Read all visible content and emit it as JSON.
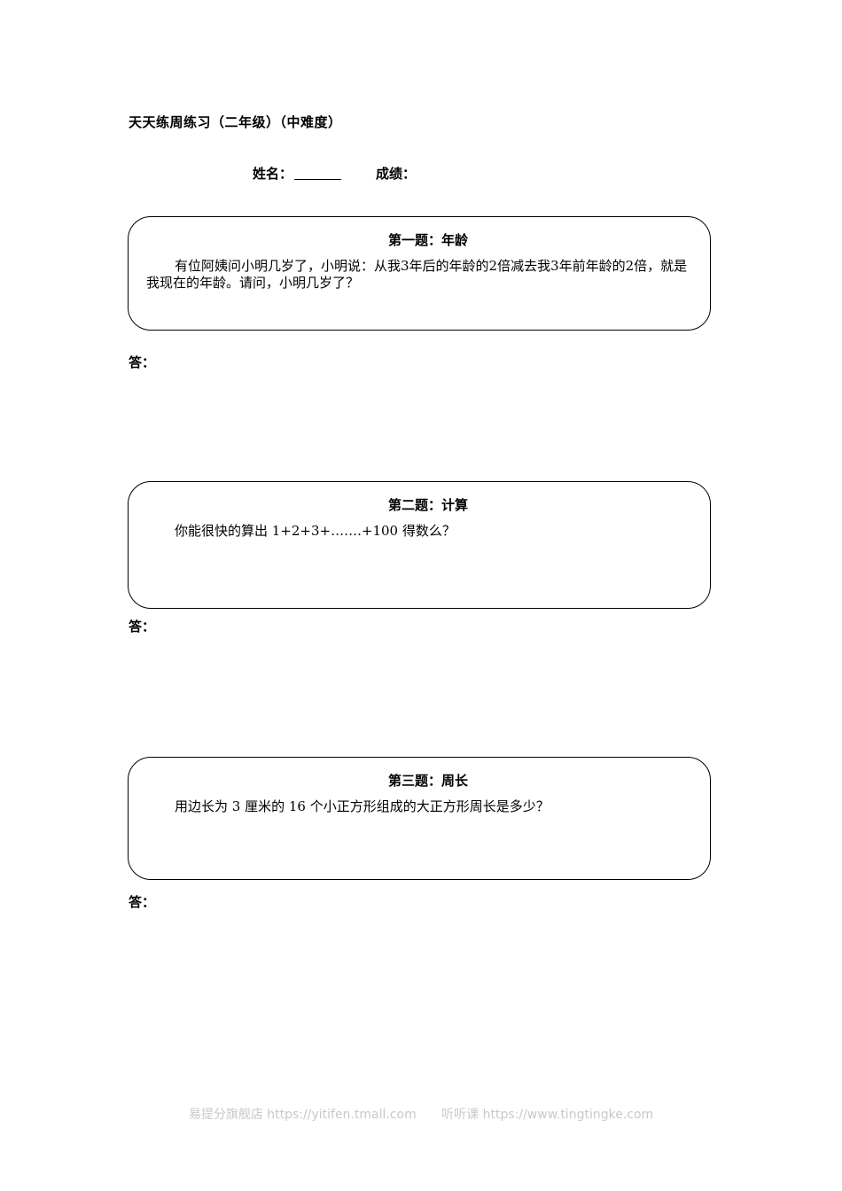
{
  "header": {
    "title": "天天练周练习（二年级）（中难度）",
    "name_label": "姓名：",
    "score_label": "成绩："
  },
  "questions": [
    {
      "title": "第一题：年龄",
      "body": "有位阿姨问小明几岁了，小明说：从我3年后的年龄的2倍减去我3年前年龄的2倍，就是我现在的年龄。请问，小明几岁了？",
      "answer_label": "答："
    },
    {
      "title": "第二题：计算",
      "body": "你能很快的算出 1+2+3+…….+100 得数么？",
      "answer_label": "答："
    },
    {
      "title": "第三题：周长",
      "body": "用边长为 3 厘米的 16 个小正方形组成的大正方形周长是多少？",
      "answer_label": "答："
    }
  ],
  "footer": {
    "left": "易提分旗舰店 https://yitifen.tmall.com",
    "right": "听听课 https://www.tingtingke.com"
  }
}
